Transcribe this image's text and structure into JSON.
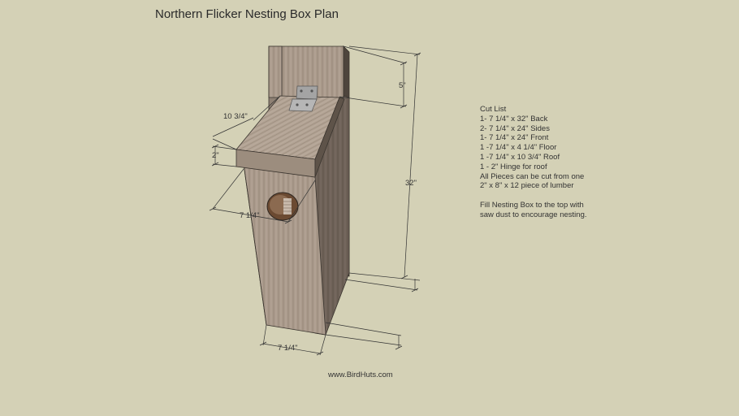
{
  "title": "Northern Flicker Nesting Box Plan",
  "cut_list": {
    "heading": "Cut List",
    "items": [
      "1- 7 1/4\" x 32\" Back",
      "2- 7 1/4\" x 24\" Sides",
      "1- 7 1/4\" x 24\" Front",
      "1 -7 1/4\" x 4 1/4\" Floor",
      "1 -7 1/4\" x 10 3/4\" Roof",
      "1 - 2\" Hinge for roof",
      "All Pieces can be cut from one",
      "2\" x 8\" x 12 piece of lumber"
    ],
    "note_lines": [
      "Fill Nesting Box to the top with",
      "saw dust to encourage nesting."
    ]
  },
  "dimensions": {
    "roof_depth": "10 3/4\"",
    "back_extension": "5\"",
    "total_height": "32\"",
    "roof_thickness": "2\"",
    "front_width_upper": "7 1/4\"",
    "front_width_lower": "7 1/4\""
  },
  "website": "www.BirdHuts.com",
  "colors": {
    "background": "#d4d1b6",
    "wood_light": "#a8998a",
    "wood_dark": "#6b5f55",
    "hinge": "#9a9a9a"
  }
}
